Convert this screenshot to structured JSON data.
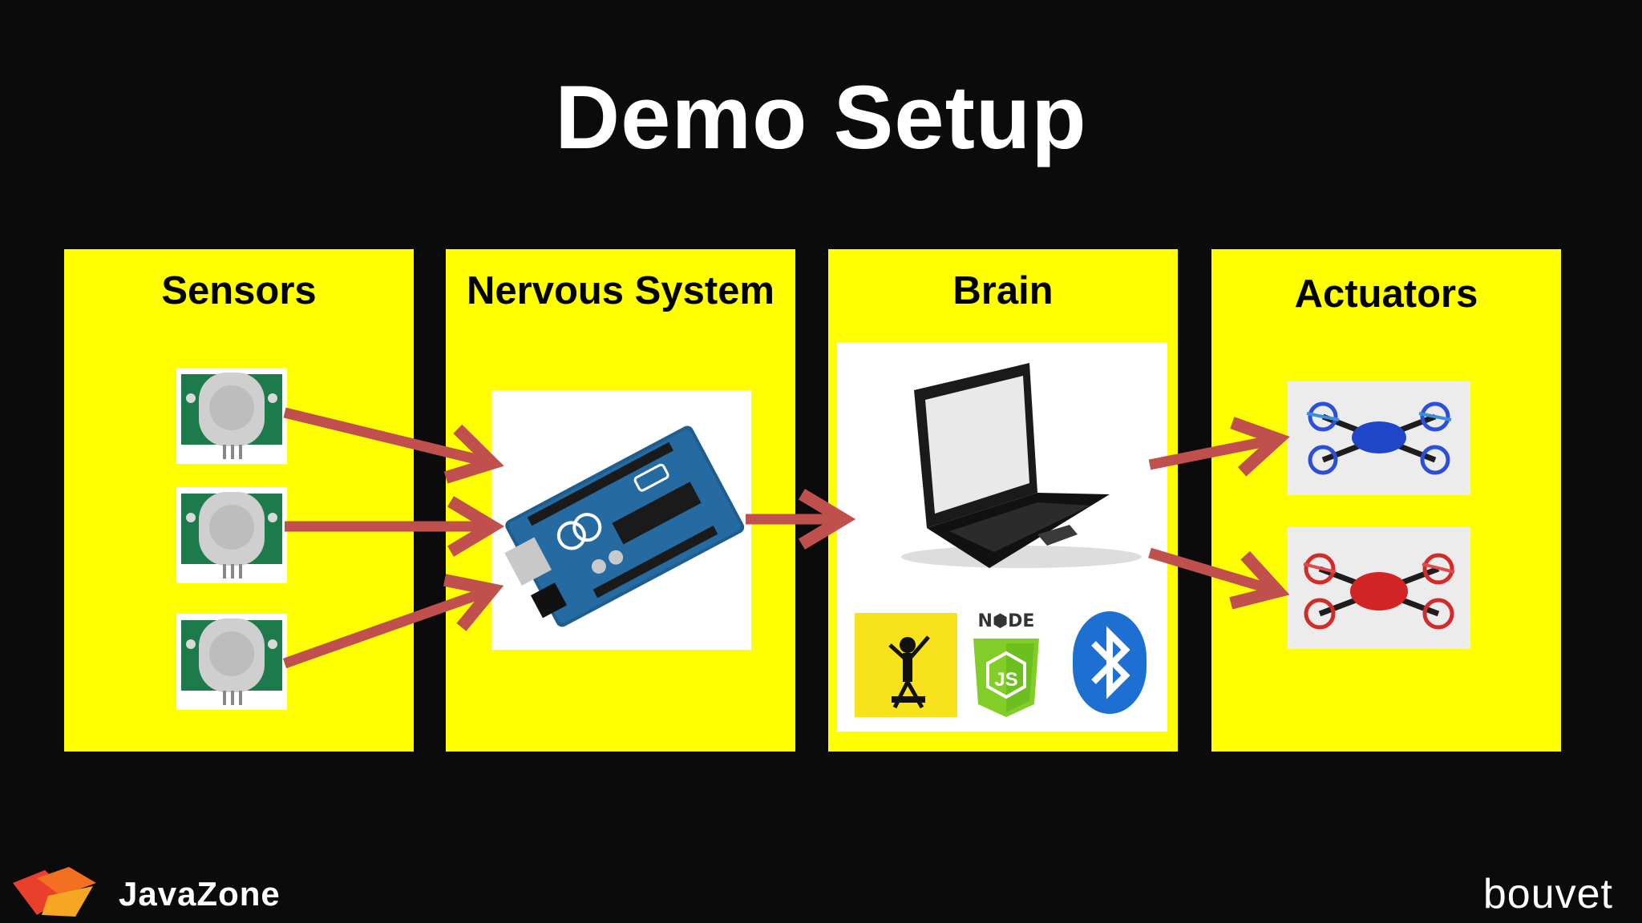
{
  "slide": {
    "title": "Demo Setup"
  },
  "panels": [
    {
      "id": "sensors",
      "label": "Sensors"
    },
    {
      "id": "nervous-system",
      "label": "Nervous System"
    },
    {
      "id": "brain",
      "label": "Brain"
    },
    {
      "id": "actuators",
      "label": "Actuators"
    }
  ],
  "brain_logos": {
    "node": "N⬢DE",
    "node_js": "JS"
  },
  "footer": {
    "event_name": "JavaZone",
    "company": "bouvet"
  },
  "colors": {
    "background": "#0b0b0b",
    "panel": "#ffff00",
    "arrow": "#c0504d",
    "title": "#ffffff"
  },
  "icons": [
    "pir-sensor-icon",
    "arduino-uno-icon",
    "laptop-icon",
    "johnny-five-logo-icon",
    "nodejs-logo-icon",
    "bluetooth-icon",
    "drone-blue-icon",
    "drone-red-icon",
    "javazone-logo-icon"
  ]
}
